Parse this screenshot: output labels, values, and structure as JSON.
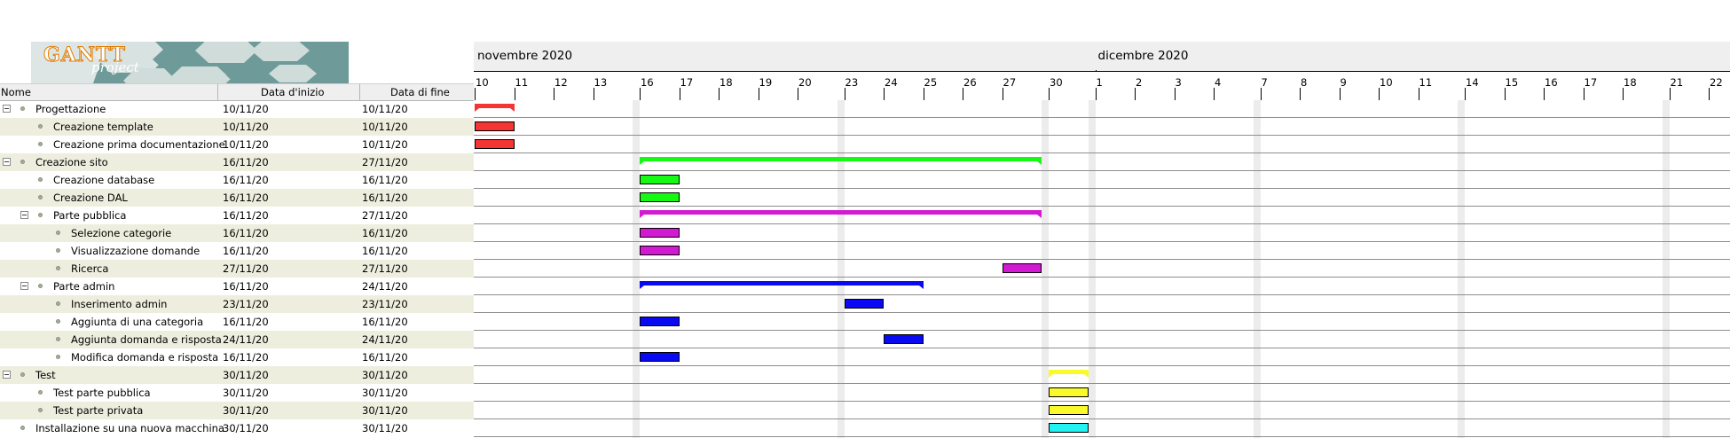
{
  "logo": {
    "brand": "GANTT",
    "sub": "project"
  },
  "columns": {
    "name": "Nome",
    "start": "Data d'inizio",
    "end": "Data di fine"
  },
  "colors": {
    "red": "#f53434",
    "green": "#15f915",
    "magenta": "#d21ad2",
    "blue": "#0a0af2",
    "yellow": "#fafa2a",
    "cyan": "#22f2f2"
  },
  "months": [
    "novembre 2020",
    "dicembre 2020"
  ],
  "days": [
    "10",
    "11",
    "12",
    "13",
    "16",
    "17",
    "18",
    "19",
    "20",
    "23",
    "24",
    "25",
    "26",
    "27",
    "30",
    "1",
    "2",
    "3",
    "4",
    "7",
    "8",
    "9",
    "10",
    "11",
    "14",
    "15",
    "16",
    "17",
    "18",
    "21",
    "22"
  ],
  "tasks": [
    {
      "name": "Progettazione",
      "start": "10/11/20",
      "end": "10/11/20",
      "level": 0,
      "group": true,
      "color": "red"
    },
    {
      "name": "Creazione template",
      "start": "10/11/20",
      "end": "10/11/20",
      "level": 1,
      "group": false,
      "color": "red"
    },
    {
      "name": "Creazione prima documentazione",
      "start": "10/11/20",
      "end": "10/11/20",
      "level": 1,
      "group": false,
      "color": "red"
    },
    {
      "name": "Creazione sito",
      "start": "16/11/20",
      "end": "27/11/20",
      "level": 0,
      "group": true,
      "color": "green"
    },
    {
      "name": "Creazione database",
      "start": "16/11/20",
      "end": "16/11/20",
      "level": 1,
      "group": false,
      "color": "green"
    },
    {
      "name": "Creazione DAL",
      "start": "16/11/20",
      "end": "16/11/20",
      "level": 1,
      "group": false,
      "color": "green"
    },
    {
      "name": "Parte pubblica",
      "start": "16/11/20",
      "end": "27/11/20",
      "level": 1,
      "group": true,
      "color": "magenta"
    },
    {
      "name": "Selezione categorie",
      "start": "16/11/20",
      "end": "16/11/20",
      "level": 2,
      "group": false,
      "color": "magenta"
    },
    {
      "name": "Visualizzazione domande",
      "start": "16/11/20",
      "end": "16/11/20",
      "level": 2,
      "group": false,
      "color": "magenta"
    },
    {
      "name": "Ricerca",
      "start": "27/11/20",
      "end": "27/11/20",
      "level": 2,
      "group": false,
      "color": "magenta"
    },
    {
      "name": "Parte admin",
      "start": "16/11/20",
      "end": "24/11/20",
      "level": 1,
      "group": true,
      "color": "blue"
    },
    {
      "name": "Inserimento admin",
      "start": "23/11/20",
      "end": "23/11/20",
      "level": 2,
      "group": false,
      "color": "blue"
    },
    {
      "name": "Aggiunta di una categoria",
      "start": "16/11/20",
      "end": "16/11/20",
      "level": 2,
      "group": false,
      "color": "blue"
    },
    {
      "name": "Aggiunta domanda e risposta",
      "start": "24/11/20",
      "end": "24/11/20",
      "level": 2,
      "group": false,
      "color": "blue"
    },
    {
      "name": "Modifica domanda e risposta",
      "start": "16/11/20",
      "end": "16/11/20",
      "level": 2,
      "group": false,
      "color": "blue"
    },
    {
      "name": "Test",
      "start": "30/11/20",
      "end": "30/11/20",
      "level": 0,
      "group": true,
      "color": "yellow"
    },
    {
      "name": "Test parte pubblica",
      "start": "30/11/20",
      "end": "30/11/20",
      "level": 1,
      "group": false,
      "color": "yellow"
    },
    {
      "name": "Test parte privata",
      "start": "30/11/20",
      "end": "30/11/20",
      "level": 1,
      "group": false,
      "color": "yellow"
    },
    {
      "name": "Installazione su una nuova macchina",
      "start": "30/11/20",
      "end": "30/11/20",
      "level": 0,
      "group": false,
      "color": "cyan"
    }
  ]
}
